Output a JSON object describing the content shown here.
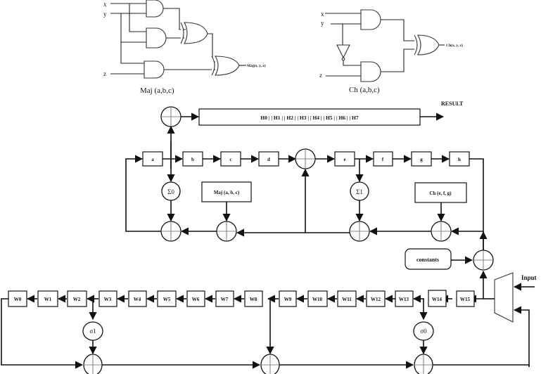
{
  "maj_circuit": {
    "inputs": [
      "x",
      "y",
      "z"
    ],
    "output_label": "Maj(x, y, z)",
    "caption": "Maj (a,b,c)"
  },
  "ch_circuit": {
    "inputs": [
      "x",
      "y",
      "z"
    ],
    "output_label": "Ch(x, y, z)",
    "caption": "Ch (a,b,c)"
  },
  "result": {
    "label": "RESULT",
    "hash_registers": "H0 | | H1 | | H2 | | H3 | | H4 | | H5 | | H6 | | H7"
  },
  "state_registers": [
    "a",
    "b",
    "c",
    "d",
    "e",
    "f",
    "g",
    "h"
  ],
  "functions": {
    "maj": "Maj (a, b, c)",
    "ch": "Ch (e, f, g)",
    "sigma_upper_0": "Σ0",
    "sigma_upper_1": "Σ1",
    "sigma_lower_0": "σ0",
    "sigma_lower_1": "σ1"
  },
  "constants_label": "constants",
  "input_label": "Input",
  "message_schedule": [
    "W0",
    "W1",
    "W2",
    "W3",
    "W4",
    "W5",
    "W6",
    "W7",
    "W8",
    "W9",
    "W10",
    "W11",
    "W12",
    "W13",
    "W14",
    "W15"
  ]
}
